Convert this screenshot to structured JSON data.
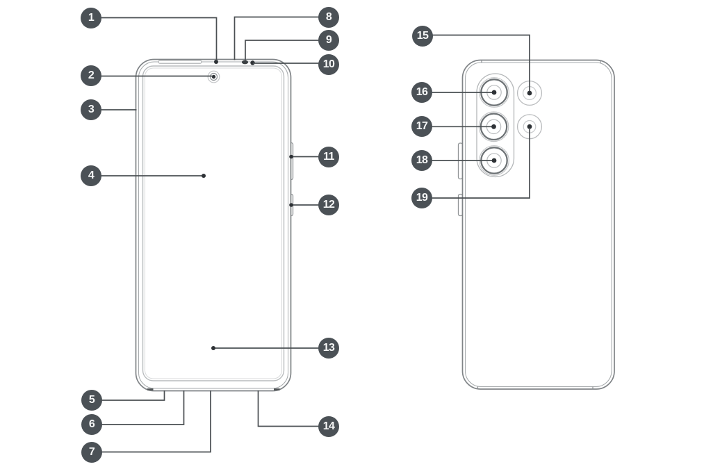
{
  "callouts": [
    "1",
    "2",
    "3",
    "4",
    "5",
    "6",
    "7",
    "8",
    "9",
    "10",
    "11",
    "12",
    "13",
    "14",
    "15",
    "16",
    "17",
    "18",
    "19"
  ],
  "colors": {
    "badge_bg": "#4b5156",
    "badge_text": "#f5f6f6",
    "leader_line": "#4a4f52",
    "phone_outline": "#808487",
    "detail_line": "#a8abad",
    "marker_dot": "#2e3236",
    "background": "#ffffff"
  }
}
